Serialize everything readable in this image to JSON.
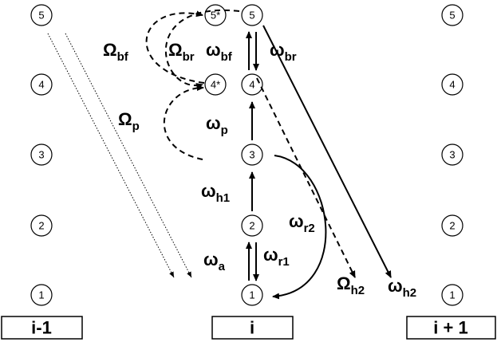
{
  "columns": [
    {
      "id": "left",
      "label": "i-1",
      "states": [
        "1",
        "2",
        "3",
        "4",
        "5"
      ]
    },
    {
      "id": "center",
      "label": "i",
      "states": [
        "1",
        "2",
        "3",
        "4",
        "5"
      ],
      "excited": [
        "4*",
        "5*"
      ]
    },
    {
      "id": "right",
      "label": "i + 1",
      "states": [
        "1",
        "2",
        "3",
        "4",
        "5"
      ]
    }
  ],
  "rates": {
    "omega_bf": {
      "symbol": "Ω",
      "sub": "bf"
    },
    "omega_br_big": {
      "symbol": "Ω",
      "sub": "br"
    },
    "w_bf": {
      "symbol": "ω",
      "sub": "bf"
    },
    "w_br": {
      "symbol": "ω",
      "sub": "br"
    },
    "omega_p": {
      "symbol": "Ω",
      "sub": "p"
    },
    "w_p": {
      "symbol": "ω",
      "sub": "p"
    },
    "w_h1": {
      "symbol": "ω",
      "sub": "h1"
    },
    "w_r2": {
      "symbol": "ω",
      "sub": "r2"
    },
    "w_a": {
      "symbol": "ω",
      "sub": "a"
    },
    "w_r1": {
      "symbol": "ω",
      "sub": "r1"
    },
    "omega_h2": {
      "symbol": "Ω",
      "sub": "h2"
    },
    "w_h2": {
      "symbol": "ω",
      "sub": "h2"
    }
  },
  "colors": {
    "ink": "#000000",
    "paper": "#ffffff"
  }
}
